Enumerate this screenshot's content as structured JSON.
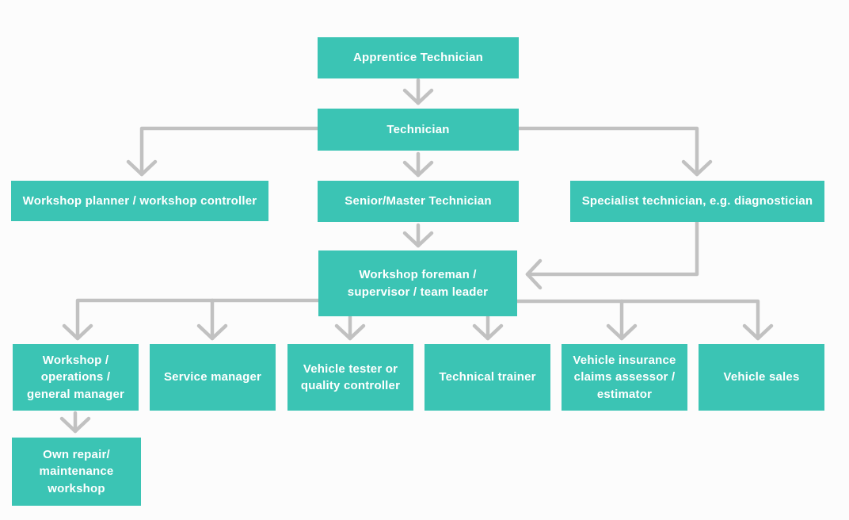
{
  "diagram": {
    "description": "Automotive technician career-path flowchart",
    "colors": {
      "box": "#3BC4B4",
      "arrow": "#C1C1C1",
      "label": "#FFFFFF",
      "background": "#FCFCFC"
    },
    "nodes": {
      "apprentice_technician": {
        "label": "Apprentice Technician"
      },
      "technician": {
        "label": "Technician"
      },
      "workshop_planner": {
        "label": "Workshop planner / workshop controller"
      },
      "senior_master_technician": {
        "label": "Senior/Master Technician"
      },
      "specialist_technician": {
        "label": "Specialist technician, e.g. diagnostician"
      },
      "workshop_foreman": {
        "label": "Workshop foreman / supervisor / team leader"
      },
      "workshop_operations_manager": {
        "label": "Workshop / operations / general manager"
      },
      "service_manager": {
        "label": "Service manager"
      },
      "vehicle_tester": {
        "label": "Vehicle tester or quality controller"
      },
      "technical_trainer": {
        "label": "Technical trainer"
      },
      "vehicle_insurance_assessor": {
        "label": "Vehicle insurance claims assessor / estimator"
      },
      "vehicle_sales": {
        "label": "Vehicle sales"
      },
      "own_repair_workshop": {
        "label": "Own repair/ maintenance workshop"
      }
    },
    "edges": [
      {
        "from": "apprentice_technician",
        "to": "technician"
      },
      {
        "from": "technician",
        "to": "workshop_planner"
      },
      {
        "from": "technician",
        "to": "senior_master_technician"
      },
      {
        "from": "technician",
        "to": "specialist_technician"
      },
      {
        "from": "senior_master_technician",
        "to": "workshop_foreman"
      },
      {
        "from": "specialist_technician",
        "to": "workshop_foreman"
      },
      {
        "from": "workshop_foreman",
        "to": "workshop_operations_manager"
      },
      {
        "from": "workshop_foreman",
        "to": "service_manager"
      },
      {
        "from": "workshop_foreman",
        "to": "vehicle_tester"
      },
      {
        "from": "workshop_foreman",
        "to": "technical_trainer"
      },
      {
        "from": "workshop_foreman",
        "to": "vehicle_insurance_assessor"
      },
      {
        "from": "workshop_foreman",
        "to": "vehicle_sales"
      },
      {
        "from": "workshop_operations_manager",
        "to": "own_repair_workshop"
      }
    ]
  }
}
